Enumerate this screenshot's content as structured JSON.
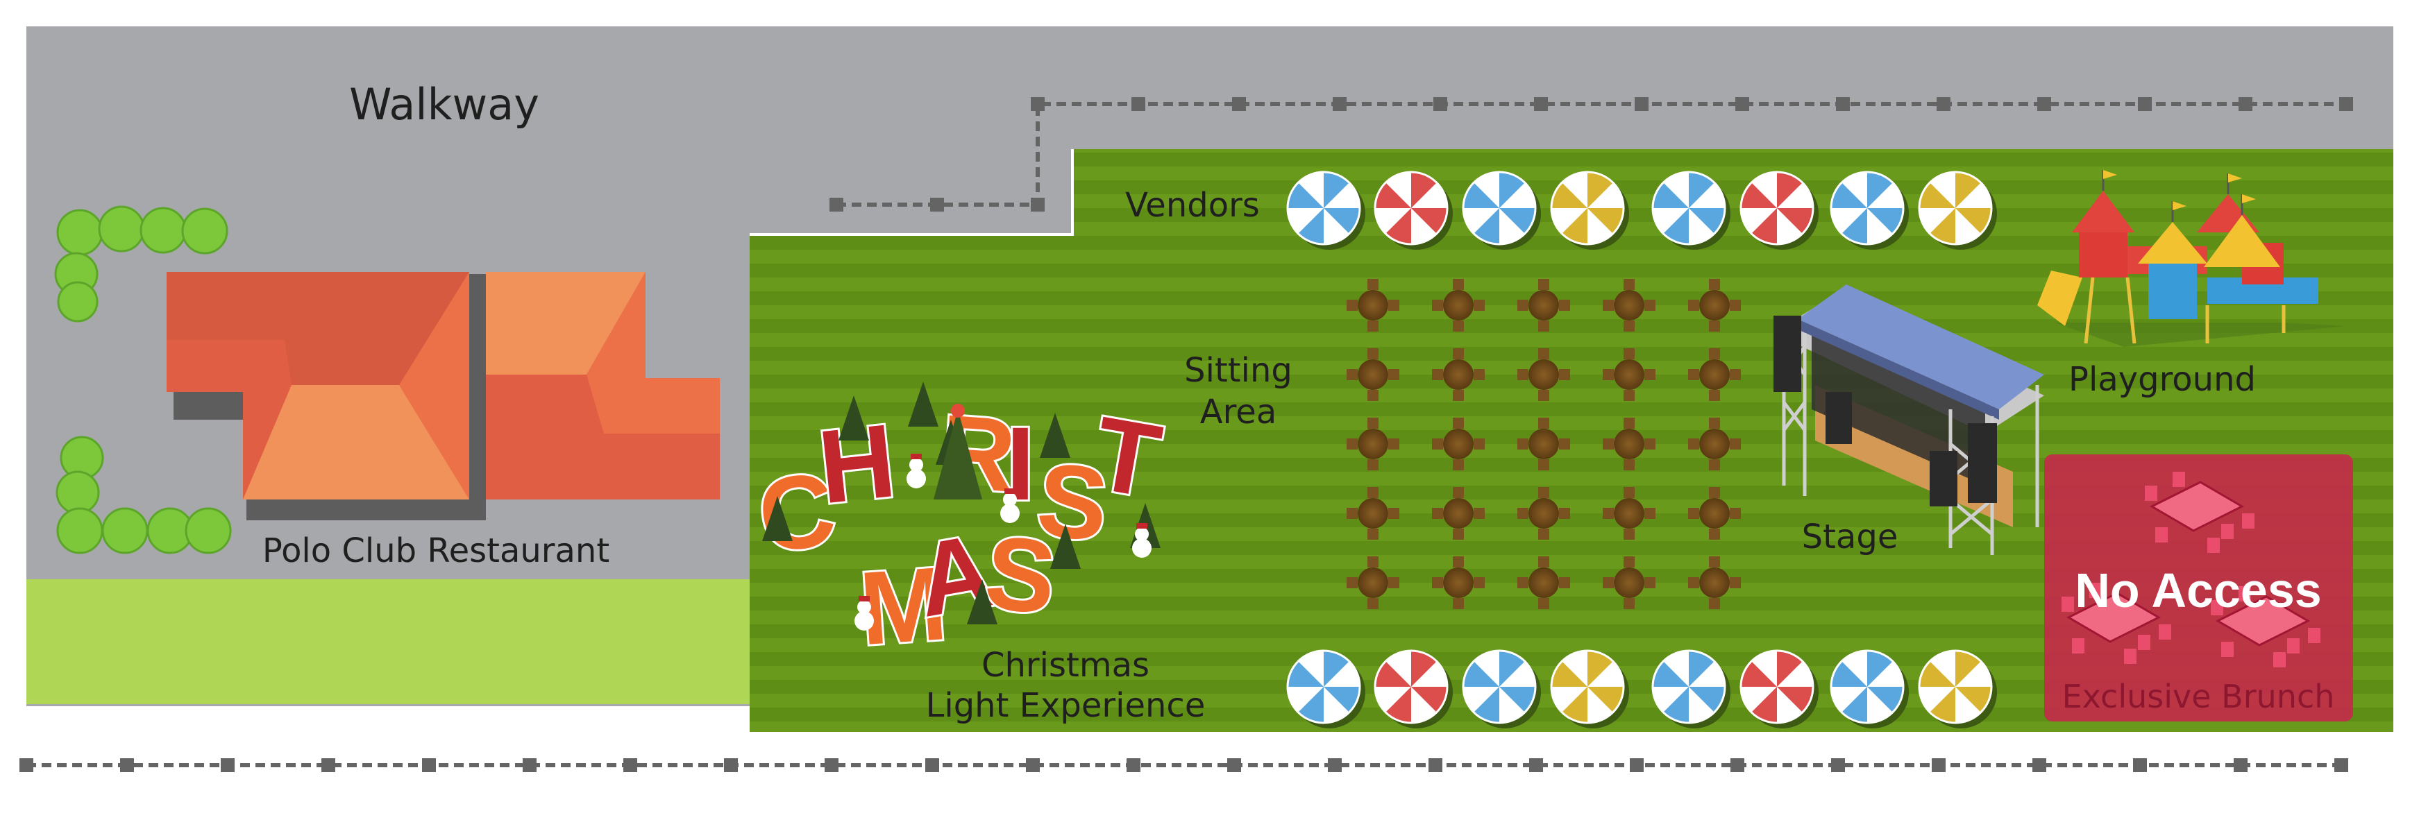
{
  "map": {
    "title": "",
    "labels": {
      "walkway": "Walkway",
      "restaurant": "Polo Club Restaurant",
      "vendors": "Vendors",
      "sitting_line1": "Sitting",
      "sitting_line2": "Area",
      "stage": "Stage",
      "playground": "Playground",
      "christmas_line1": "Christmas",
      "christmas_line2": "Light Experience",
      "no_access": "No Access",
      "exclusive_brunch": "Exclusive Brunch"
    },
    "christmas_sign": [
      "C",
      "H",
      "R",
      "I",
      "S",
      "T",
      "M",
      "A",
      "S"
    ],
    "colors": {
      "walkway": "#a7a8ab",
      "lawn_light": "#b0d655",
      "grass": "#6a9a1c",
      "grass_stripe": "#5e8c17",
      "roof_dark": "#e05f44",
      "roof_light": "#f0925a",
      "restricted": "#c42a4a",
      "fence": "#646464",
      "table": "#6e4a1b"
    },
    "umbrella_colors": {
      "blue": "#5aa7e0",
      "red": "#dc4e4c",
      "yellow": "#d9b431"
    },
    "vendor_rows": [
      [
        "blue",
        "red",
        "blue",
        "yellow",
        "blue",
        "red",
        "blue",
        "yellow"
      ],
      [
        "blue",
        "red",
        "blue",
        "yellow",
        "blue",
        "red",
        "blue",
        "yellow"
      ]
    ],
    "sitting_grid": {
      "rows": 5,
      "columns": 5
    }
  }
}
